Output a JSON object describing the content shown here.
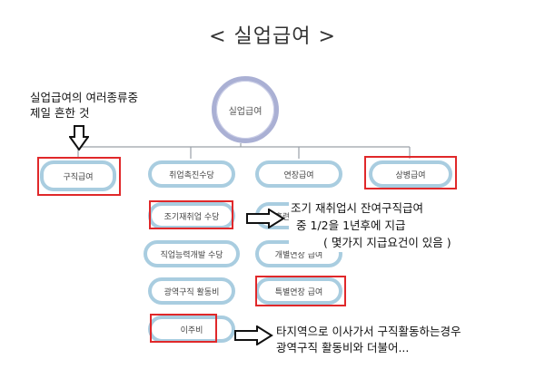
{
  "title": "< 실업급여 >",
  "root": "실업급여",
  "columns": {
    "col1": [
      "구직급여"
    ],
    "col2": [
      "취업촉진수당",
      "조기재취업 수당",
      "직업능력개발 수당",
      "광역구직 활동비",
      "이주비"
    ],
    "col3": [
      "연장급여",
      "훈련연장 급여",
      "개별연장 급여",
      "특별연장 급여"
    ],
    "col4": [
      "상병급여"
    ]
  },
  "notes": {
    "common_line1": "실업급여의 여러종류중",
    "common_line2": "제일 흔한 것",
    "early_line1": "조기 재취업시 잔여구직급여",
    "early_line2": "중 1/2을 1년후에 지급",
    "early_line3": "( 몇가지 지급요건이 있음 )",
    "move_line1": "타지역으로 이사가서 구직활동하는경우",
    "move_line2": "광역구직 활동비와 더불어..."
  }
}
